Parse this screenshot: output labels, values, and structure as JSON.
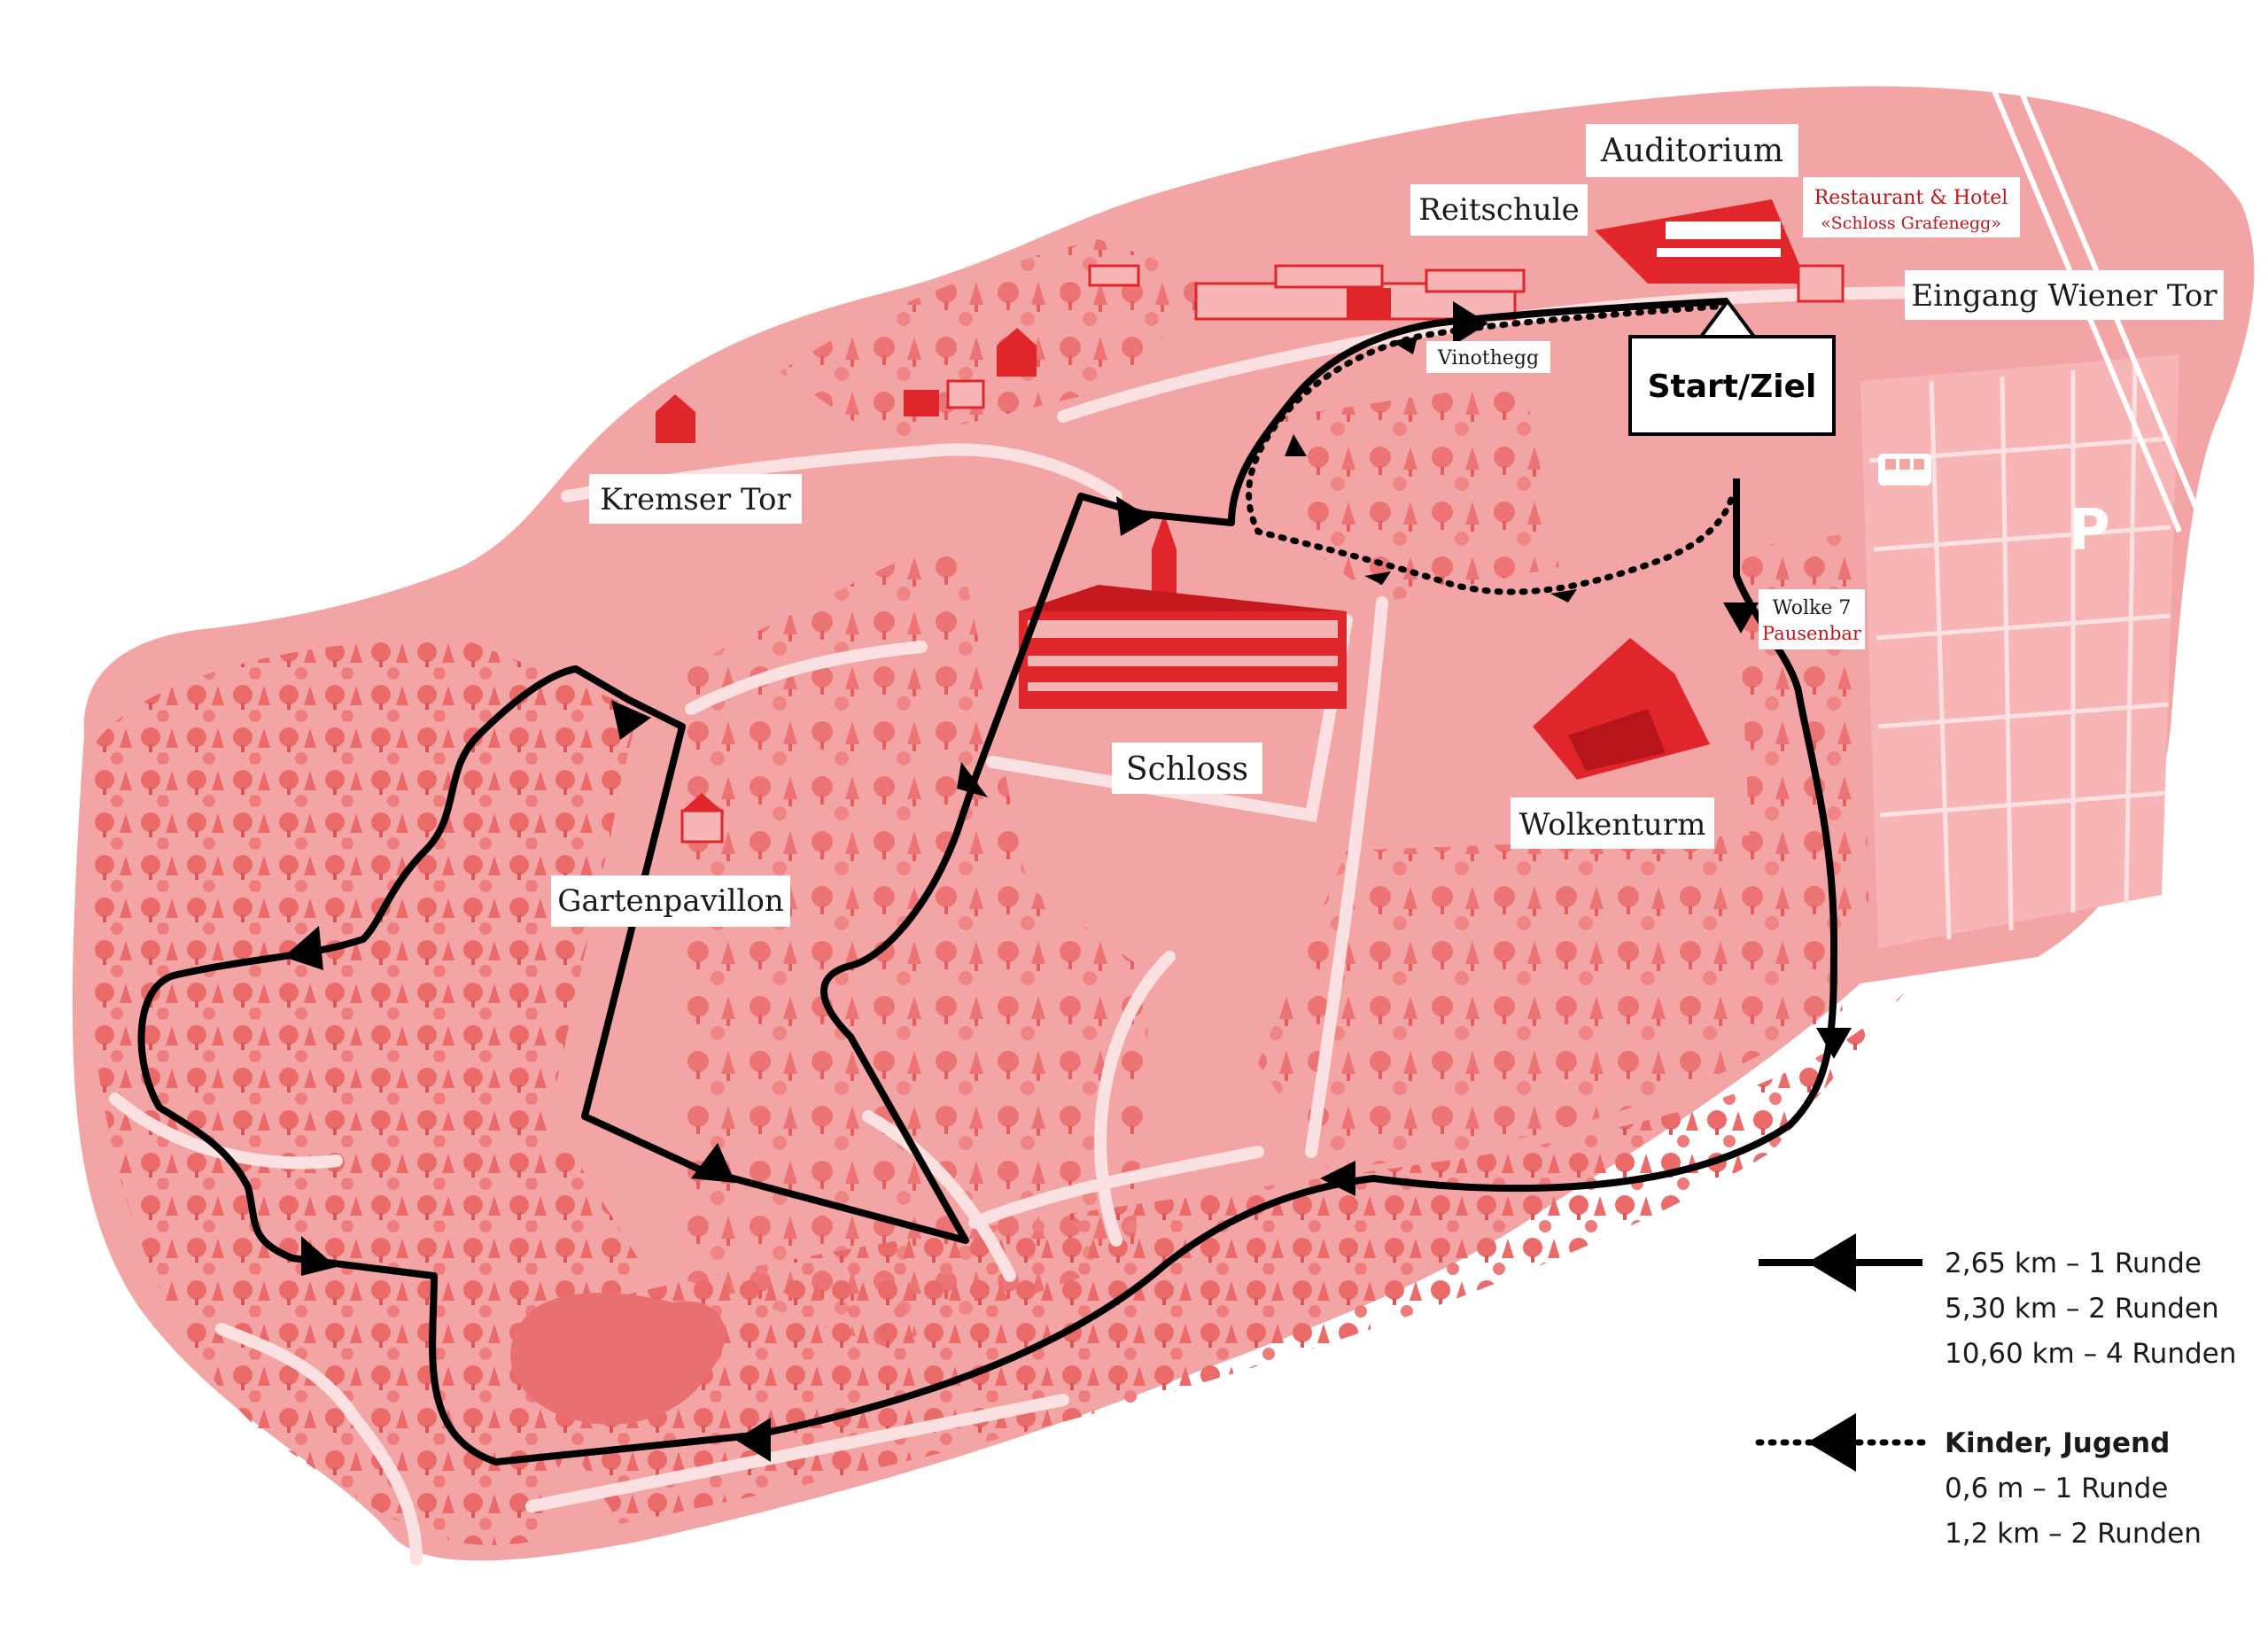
{
  "map": {
    "colors": {
      "background": "#ffffff",
      "park": "#f3a5a5",
      "park_light": "#f8c6c6",
      "path": "#fbe1e1",
      "tree": "#ea6a6a",
      "building": "#e0262b",
      "route": "#000000"
    },
    "labels": {
      "auditorium": "Auditorium",
      "reitschule": "Reitschule",
      "restaurant_line1": "Restaurant & Hotel",
      "restaurant_line2": "«Schloss Grafenegg»",
      "eingang": "Eingang Wiener Tor",
      "vinothegg": "Vinothegg",
      "start_ziel": "Start/Ziel",
      "kremser_tor": "Kremser Tor",
      "wolke7_line1": "Wolke 7",
      "wolke7_line2": "Pausenbar",
      "schloss": "Schloss",
      "wolkenturm": "Wolkenturm",
      "gartenpavillon": "Gartenpavillon",
      "parking": "P"
    },
    "legend": {
      "main_route": {
        "lines": [
          "2,65 km – 1 Runde",
          "5,30 km – 2 Runden",
          "10,60 km – 4 Runden"
        ]
      },
      "kids_route": {
        "title": "Kinder, Jugend",
        "lines": [
          "0,6 m – 1 Runde",
          "1,2 km – 2 Runden"
        ]
      }
    },
    "icons": [
      "bus-icon",
      "parking-icon",
      "building-icon",
      "tree-icon",
      "route-arrow-icon"
    ]
  }
}
